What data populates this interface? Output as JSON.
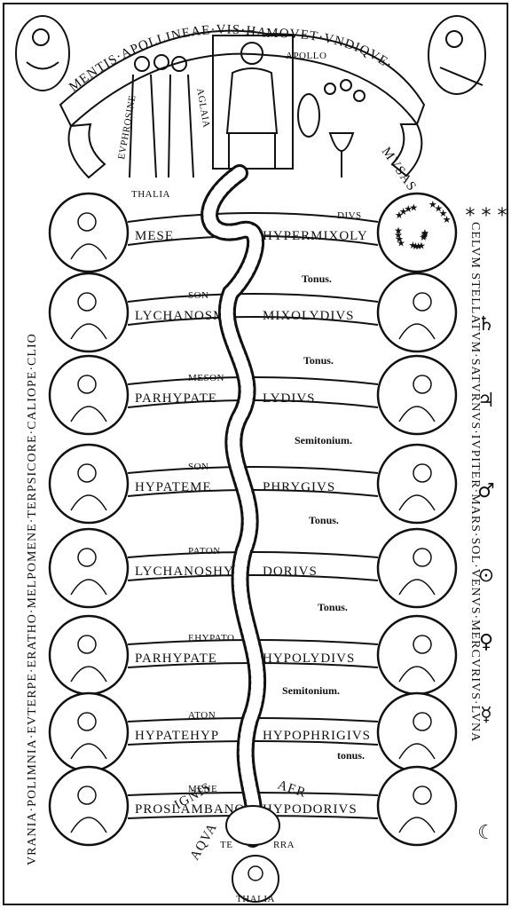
{
  "banner_text": "MENTIS·APOLLINEAE·VIS·HAS·MOVET·VNDIQVE·MVSAS",
  "banner_left_half": "MENTIS·APOLLINEAE·VIS·HAS·",
  "banner_right_half": "MOVET·VNDIQVE·",
  "banner_end": "MVSAS",
  "apollo_label": "APOLLO",
  "graces": [
    "EVPHROSINE",
    "AGLAIA",
    "THALIA"
  ],
  "muses_column": "VRANIA·POLIMNIA·EVTERPE·ERATHO·MELPOMENE·TERPSICORE·CALIOPE·CLIO",
  "planets_column": "CELVM STELLATVM·SATVRNVS·IVPITER·MARS·SOL·VENVS·MERCVRIVS·LVNA",
  "left_strings": [
    "MESE",
    "LYCHANOSME",
    "PARHYPATE",
    "HYPATEME",
    "LYCHANOSHY",
    "PARHYPATE",
    "HYPATEHYP",
    "PROSLAMBANO"
  ],
  "left_strings_top": [
    "",
    "SON",
    "MESON",
    "SON",
    "PATON",
    "EHYPATO",
    "ATON",
    "MENE"
  ],
  "right_modes": [
    "HYPERMIXOLY",
    "MIXOLYDIVS",
    "LYDIVS",
    "PHRYGIVS",
    "DORIVS",
    "HYPOLYDIVS",
    "HYPOPHRIGIVS",
    "HYPODORIVS"
  ],
  "right_modes_top": [
    "DIVS",
    "",
    "",
    "",
    "",
    "",
    "",
    ""
  ],
  "intervals": [
    "Tonus.",
    "Tonus.",
    "Semitonium.",
    "Tonus.",
    "Tonus.",
    "Semitonium.",
    "tonus."
  ],
  "elements": [
    "IGNIS",
    "AER",
    "AQVA",
    "TE",
    "RRA"
  ],
  "bottom_label": "THALIA",
  "planet_symbols": [
    "* * *",
    "♄",
    "♃",
    "♂",
    "⊙",
    "♀",
    "☿",
    "☾"
  ]
}
